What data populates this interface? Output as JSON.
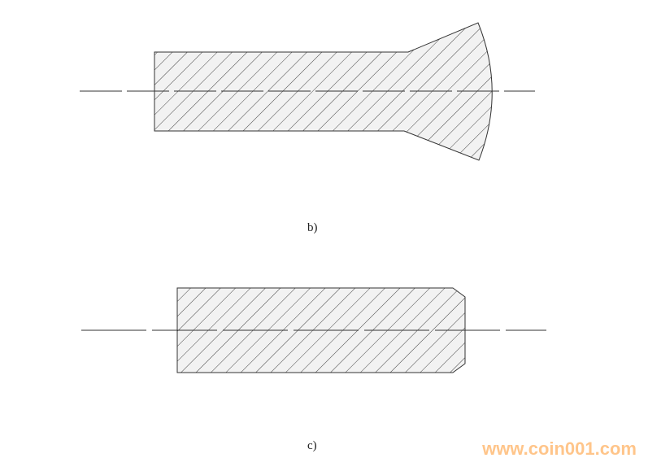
{
  "figures": [
    {
      "label": "b)"
    },
    {
      "label": "c)"
    }
  ],
  "watermark": "www.coin001.com",
  "colors": {
    "stroke": "#333333",
    "fill": "#f2f2f2",
    "hatch": "#444444",
    "watermark": "#ffc58a"
  }
}
